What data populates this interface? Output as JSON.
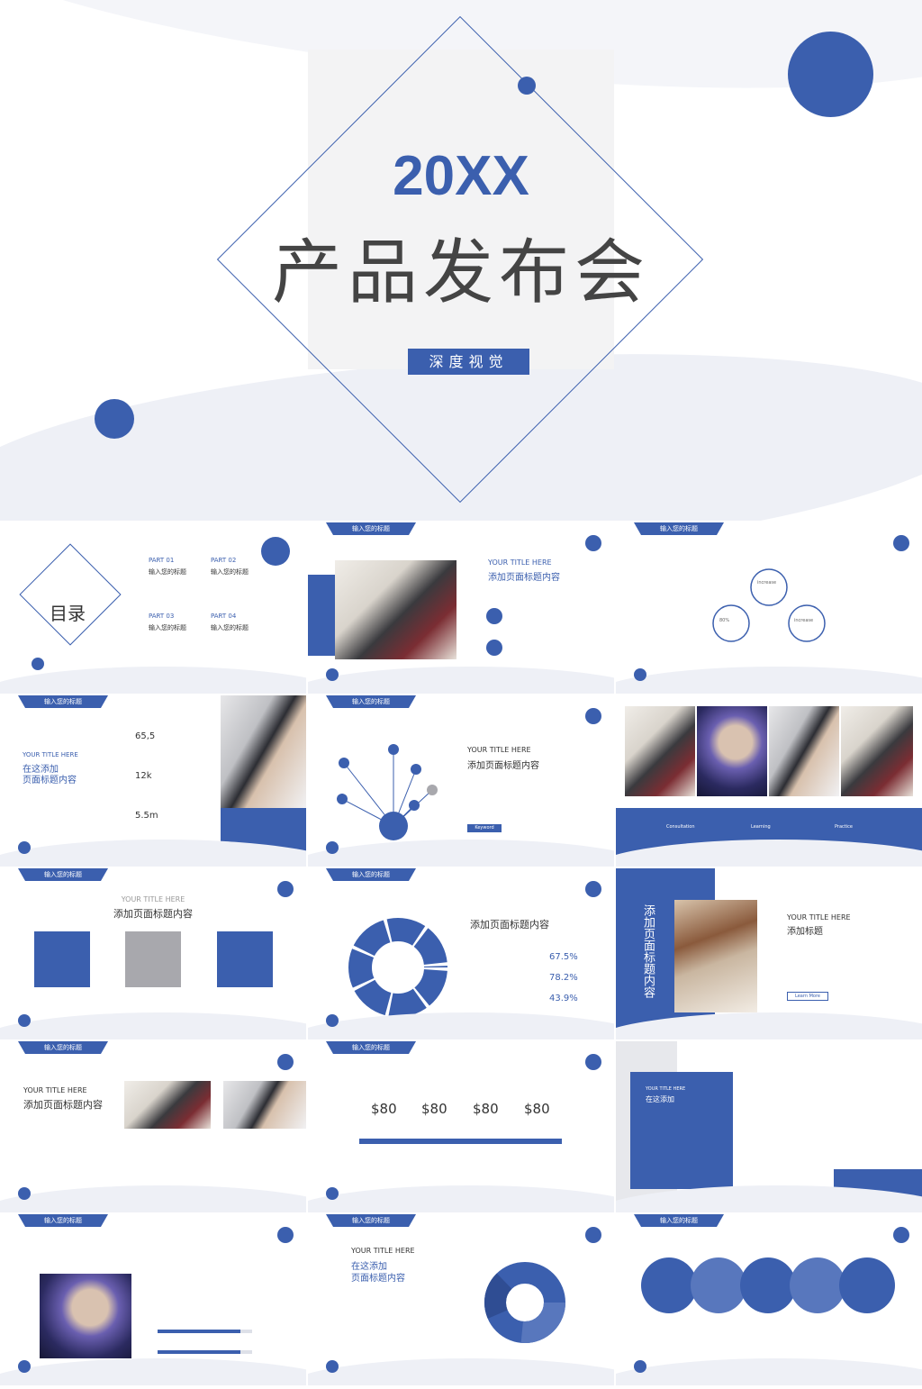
{
  "cover": {
    "year": "20XX",
    "title": "产品发布会",
    "badge": "深度视觉"
  },
  "toc": {
    "title": "目录",
    "parts": [
      {
        "num": "PART 01",
        "label": "输入您的标题"
      },
      {
        "num": "PART 02",
        "label": "输入您的标题"
      },
      {
        "num": "PART 03",
        "label": "输入您的标题"
      },
      {
        "num": "PART 04",
        "label": "输入您的标题"
      }
    ]
  },
  "common": {
    "tab_label": "输入您的标题",
    "your_title": "YOUR TITLE HERE",
    "page_title": "添加页面标题内容",
    "add_here": "在这添加",
    "add_here_page": "页面标题内容",
    "add_title": "添加标题",
    "learn_more": "Learn More",
    "keyword": "Keyword",
    "add_pages_title": "添加页面标题内容"
  },
  "slide_numbers": {
    "stat1": "65,5",
    "stat2": "12k",
    "stat3": "5.5m"
  },
  "cycle": {
    "increase_label": "increase",
    "pct": "80%"
  },
  "services": {
    "items": [
      {
        "label": "Consultation"
      },
      {
        "label": "Learning"
      },
      {
        "label": "Practice"
      }
    ]
  },
  "percents": [
    "67.5%",
    "78.2%",
    "43.9%"
  ],
  "prices": [
    "$80",
    "$80",
    "$80",
    "$80"
  ],
  "colors": {
    "accent": "#3b5fae",
    "light": "#eef0f6",
    "gray": "#a8a8ad"
  }
}
